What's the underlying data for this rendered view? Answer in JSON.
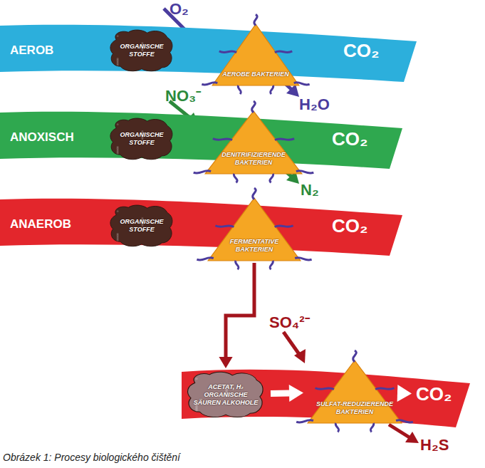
{
  "diagram": {
    "caption": "Obrázek 1: Procesy biologického čištění",
    "nodes": [
      {
        "text": [
          "AEROB"
        ]
      },
      {
        "text": [
          "ORGANISCHE STOFFE"
        ],
        "in": 0
      },
      {
        "text": [
          "AEROBE BAKTERIEN"
        ],
        "in": 0
      },
      {
        "text": [
          "CO₂"
        ],
        "in": 0
      },
      {
        "text": [
          "ANOXISCH"
        ]
      },
      {
        "text": [
          "ORGANISCHE STOFFE"
        ],
        "in": 4
      },
      {
        "text": [
          "DENITRIFIZIERENDE BAKTERIEN"
        ],
        "in": 4
      },
      {
        "text": [
          "CO₂"
        ],
        "in": 4
      },
      {
        "text": [
          "ANAEROB"
        ]
      },
      {
        "text": [
          "ORGANISCHE STOFFE"
        ],
        "in": 8
      },
      {
        "text": [
          "FERMENTATIVE BAKTERIEN"
        ],
        "in": 8
      },
      {
        "text": [
          "CO₂"
        ],
        "in": 8
      },
      {
        "text": [
          "ACETAT, H₂ ORGANISCHE SÄUREN ALKOHOLE"
        ]
      },
      {
        "text": [
          "SULFAT-REDUZIERENDE BAKTERIEN"
        ]
      },
      {
        "text": [
          "CO₂"
        ]
      }
    ],
    "edges": [
      {
        "from": 1,
        "to": 2,
        "arrow": "to"
      },
      {
        "from": 2,
        "to": 3,
        "arrow": "to"
      },
      {
        "from": 5,
        "to": 6,
        "arrow": "to"
      },
      {
        "from": 6,
        "to": 7,
        "arrow": "to"
      },
      {
        "from": 9,
        "to": 10,
        "arrow": "to"
      },
      {
        "from": 10,
        "to": 11,
        "arrow": "to"
      },
      {
        "from": 10,
        "to": 12,
        "arrow": "to"
      },
      {
        "from": 12,
        "to": 13,
        "arrow": "to"
      },
      {
        "from": 13,
        "to": 14,
        "arrow": "to"
      }
    ],
    "labels": [
      "O₂",
      "H₂O",
      "NO₃⁻",
      "N₂",
      "SO₄²⁻",
      "H₂S"
    ]
  }
}
